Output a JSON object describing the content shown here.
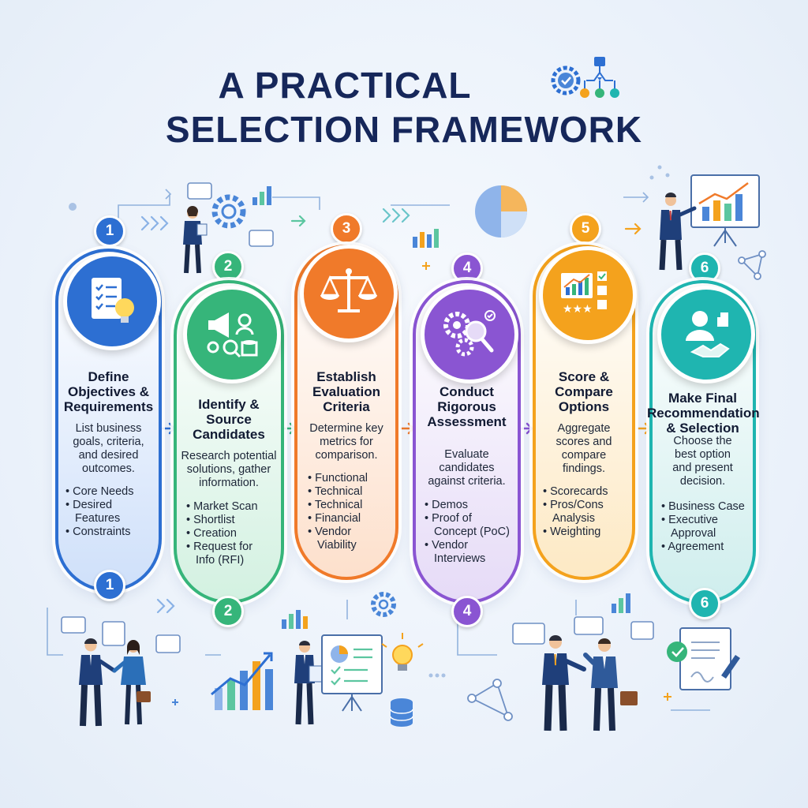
{
  "title": {
    "line1": "A PRACTICAL",
    "line2": "SELECTION FRAMEWORK"
  },
  "colors": {
    "blue": "#2d6fd2",
    "green": "#36b57a",
    "orange": "#f07a2a",
    "purple": "#8a55d2",
    "amber": "#f4a21d",
    "teal": "#1fb5b0",
    "navy": "#16275a"
  },
  "steps": [
    {
      "number": "1",
      "title": "Define\nObjectives &\nRequirements",
      "description": "List business\ngoals, criteria,\nand desired\noutcomes.",
      "bullets": [
        "Core Needs",
        "Desired\nFeatures",
        "Constraints"
      ],
      "icon": "checklist-lightbulb-icon"
    },
    {
      "number": "2",
      "title": "Identify &\nSource\nCandidates",
      "description": "Research potential\nsolutions, gather\ninformation.",
      "bullets": [
        "Market Scan",
        "Shortlist",
        "Creation",
        "Request for\nInfo (RFI)"
      ],
      "icon": "megaphone-search-icon"
    },
    {
      "number": "3",
      "title": "Establish\nEvaluation\nCriteria",
      "description": "Determine key\nmetrics for\ncomparison.",
      "bullets": [
        "Functional",
        "Technical",
        "Technical",
        "Financial",
        "Vendor\nViability"
      ],
      "icon": "balance-scale-icon"
    },
    {
      "number": "4",
      "title": "Conduct\nRigorous\nAssessment",
      "description": "Evaluate\ncandidates\nagainst criteria.",
      "bullets": [
        "Demos",
        "Proof of\nConcept (PoC)",
        "Vendor\nInterviews"
      ],
      "icon": "gears-magnifier-icon"
    },
    {
      "number": "5",
      "title": "Score &\nCompare\nOptions",
      "description": "Aggregate\nscores and\ncompare\nfindings.",
      "bullets": [
        "Scorecards",
        "Pros/Cons\nAnalysis",
        "Weighting"
      ],
      "icon": "scorecard-chart-icon"
    },
    {
      "number": "6",
      "title": "Make Final\nRecommendation\n& Selection",
      "description": "Choose the\nbest option\nand present\ndecision.",
      "bullets": [
        "Business Case",
        "Executive\nApproval",
        "Agreement"
      ],
      "icon": "handshake-approval-icon"
    }
  ]
}
